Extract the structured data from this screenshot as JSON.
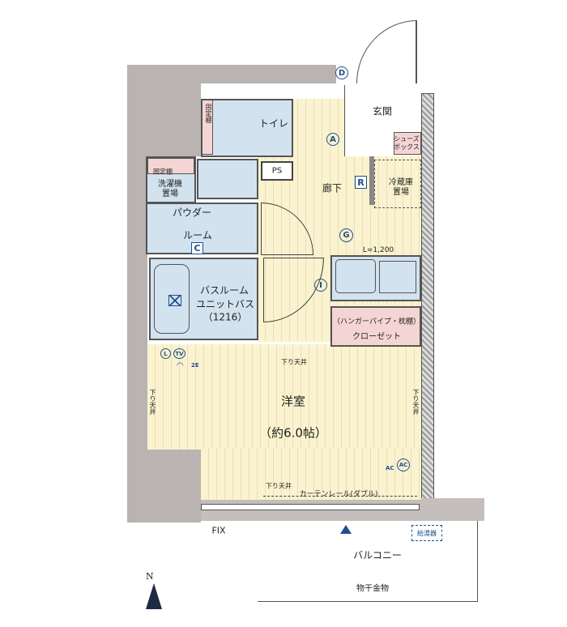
{
  "rooms": {
    "entrance": "玄関",
    "shoe_box": "シューズボックス",
    "toilet": "トイレ",
    "fixed_shelf_toilet": "固定棚",
    "fixed_shelf": "固定棚",
    "washer": "洗濯機置場",
    "ps": "PS",
    "hallway": "廊下",
    "fridge": "冷蔵庫置場",
    "powder_1": "パウダー",
    "powder_2": "ルーム",
    "bath_1": "バスルーム",
    "bath_2": "ユニットバス",
    "bath_3": "（1216）",
    "closet_note": "（ハンガーパイプ・枕棚）",
    "closet": "クローゼット",
    "western": "洋室",
    "western_size": "（約6.0帖）",
    "balcony": "バルコニー",
    "water_heater": "給湯器",
    "drying": "物干金物",
    "fix": "FIX"
  },
  "notes": {
    "lowered_ceiling": "下り天井",
    "curtain_rail": "カーテンレール(ダブル)",
    "kitchen_length": "L=1,200",
    "north": "N"
  },
  "symbols": {
    "a": "A",
    "d": "D",
    "r": "R",
    "c": "C",
    "g": "G",
    "i": "I",
    "ac": "AC",
    "ac2": "AC",
    "e2": "2E",
    "l": "L",
    "tv": "TV"
  },
  "colors": {
    "wall": "#b9b3b1",
    "floor": "#fbf3cf",
    "wet": "#d3e2ef",
    "storage": "#f5d5d3",
    "symbol": "#1e4f8c"
  }
}
